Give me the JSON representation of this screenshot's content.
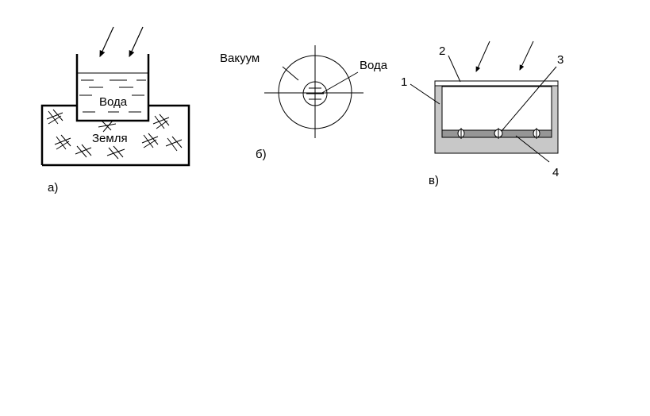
{
  "panel_a": {
    "water_label": "Вода",
    "ground_label": "Земля",
    "caption": "а)"
  },
  "panel_b": {
    "vacuum_label": "Вакуум",
    "water_label": "Вода",
    "caption": "б)"
  },
  "panel_c": {
    "label_1": "1",
    "label_2": "2",
    "label_3": "3",
    "label_4": "4",
    "caption": "в)"
  },
  "colors": {
    "line": "#000000",
    "frame_gray": "#c8c8c8",
    "plate_gray": "#969696",
    "background": "#ffffff"
  }
}
